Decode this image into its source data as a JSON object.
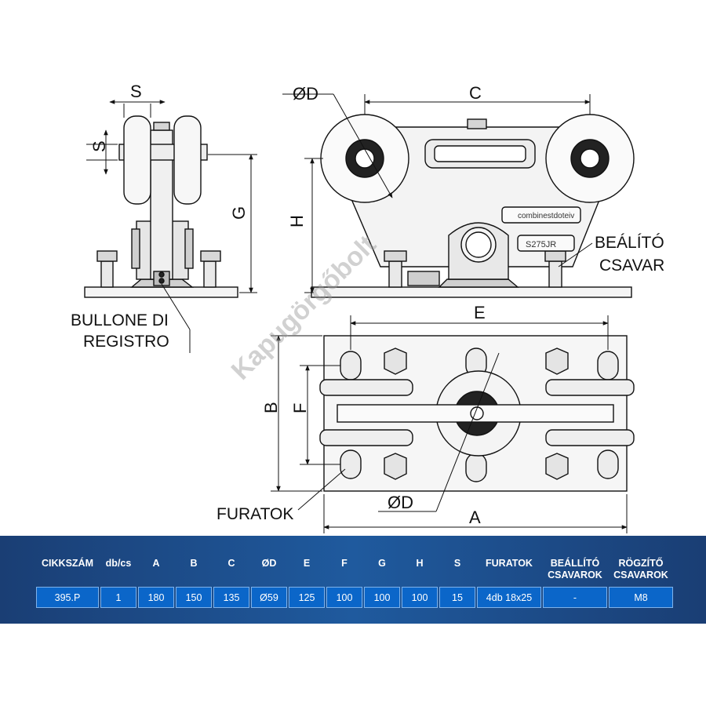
{
  "callouts": {
    "bullone": [
      "BULLONE DI",
      "REGISTRO"
    ],
    "bealito": [
      "BEÁLÍTÓ",
      "CSAVAR"
    ],
    "furatok": "FURATOK"
  },
  "dimensions": {
    "S": "S",
    "G": "G",
    "D": "ØD",
    "C": "C",
    "H": "H",
    "E": "E",
    "B": "B",
    "F": "F",
    "A": "A"
  },
  "plate_labels": {
    "brand": "combinestdoteiv",
    "model": "S275JR"
  },
  "watermark": "Kapugörgőbolt",
  "table": {
    "headers": [
      "CIKKSZÁM",
      "db/cs",
      "A",
      "B",
      "C",
      "ØD",
      "E",
      "F",
      "G",
      "H",
      "S",
      "FURATOK",
      "BEÁLLÍTÓ CSAVAROK",
      "RÖGZÍTŐ CSAVAROK"
    ],
    "row": [
      "395.P",
      "1",
      "180",
      "150",
      "135",
      "Ø59",
      "125",
      "100",
      "100",
      "100",
      "15",
      "4db 18x25",
      "-",
      "M8"
    ]
  },
  "colors": {
    "band": "#1f5a9e",
    "cell": "#0b66c9",
    "cell_border": "#7fb2ea"
  }
}
